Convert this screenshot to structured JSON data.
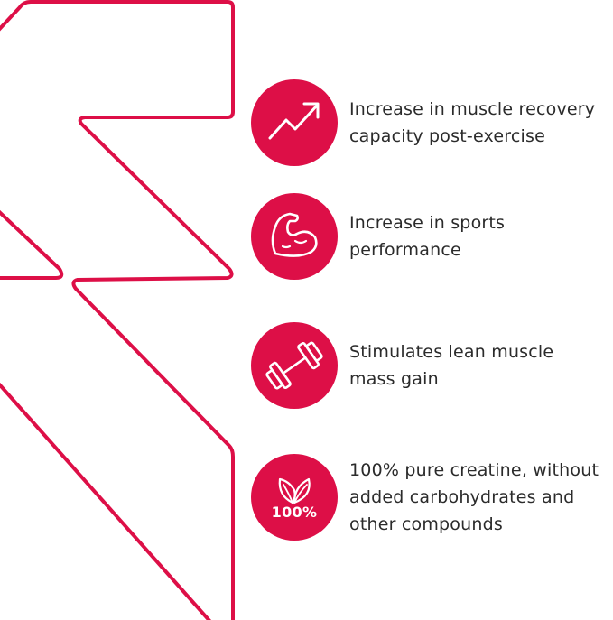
{
  "colors": {
    "accent": "#dd0f47",
    "text": "#2b2b2b",
    "background": "#ffffff"
  },
  "benefits": [
    {
      "icon": "trend-up-arrow-icon",
      "lines": [
        "Increase in muscle recovery",
        "capacity post-exercise"
      ]
    },
    {
      "icon": "flexed-bicep-icon",
      "lines": [
        "Increase in sports",
        "performance"
      ]
    },
    {
      "icon": "dumbbell-icon",
      "lines": [
        "Stimulates lean muscle",
        "mass gain"
      ]
    },
    {
      "icon": "leaves-icon",
      "badge_text": "100%",
      "lines": [
        "100% pure creatine, without",
        "added carbohydrates and",
        "other compounds"
      ]
    }
  ]
}
